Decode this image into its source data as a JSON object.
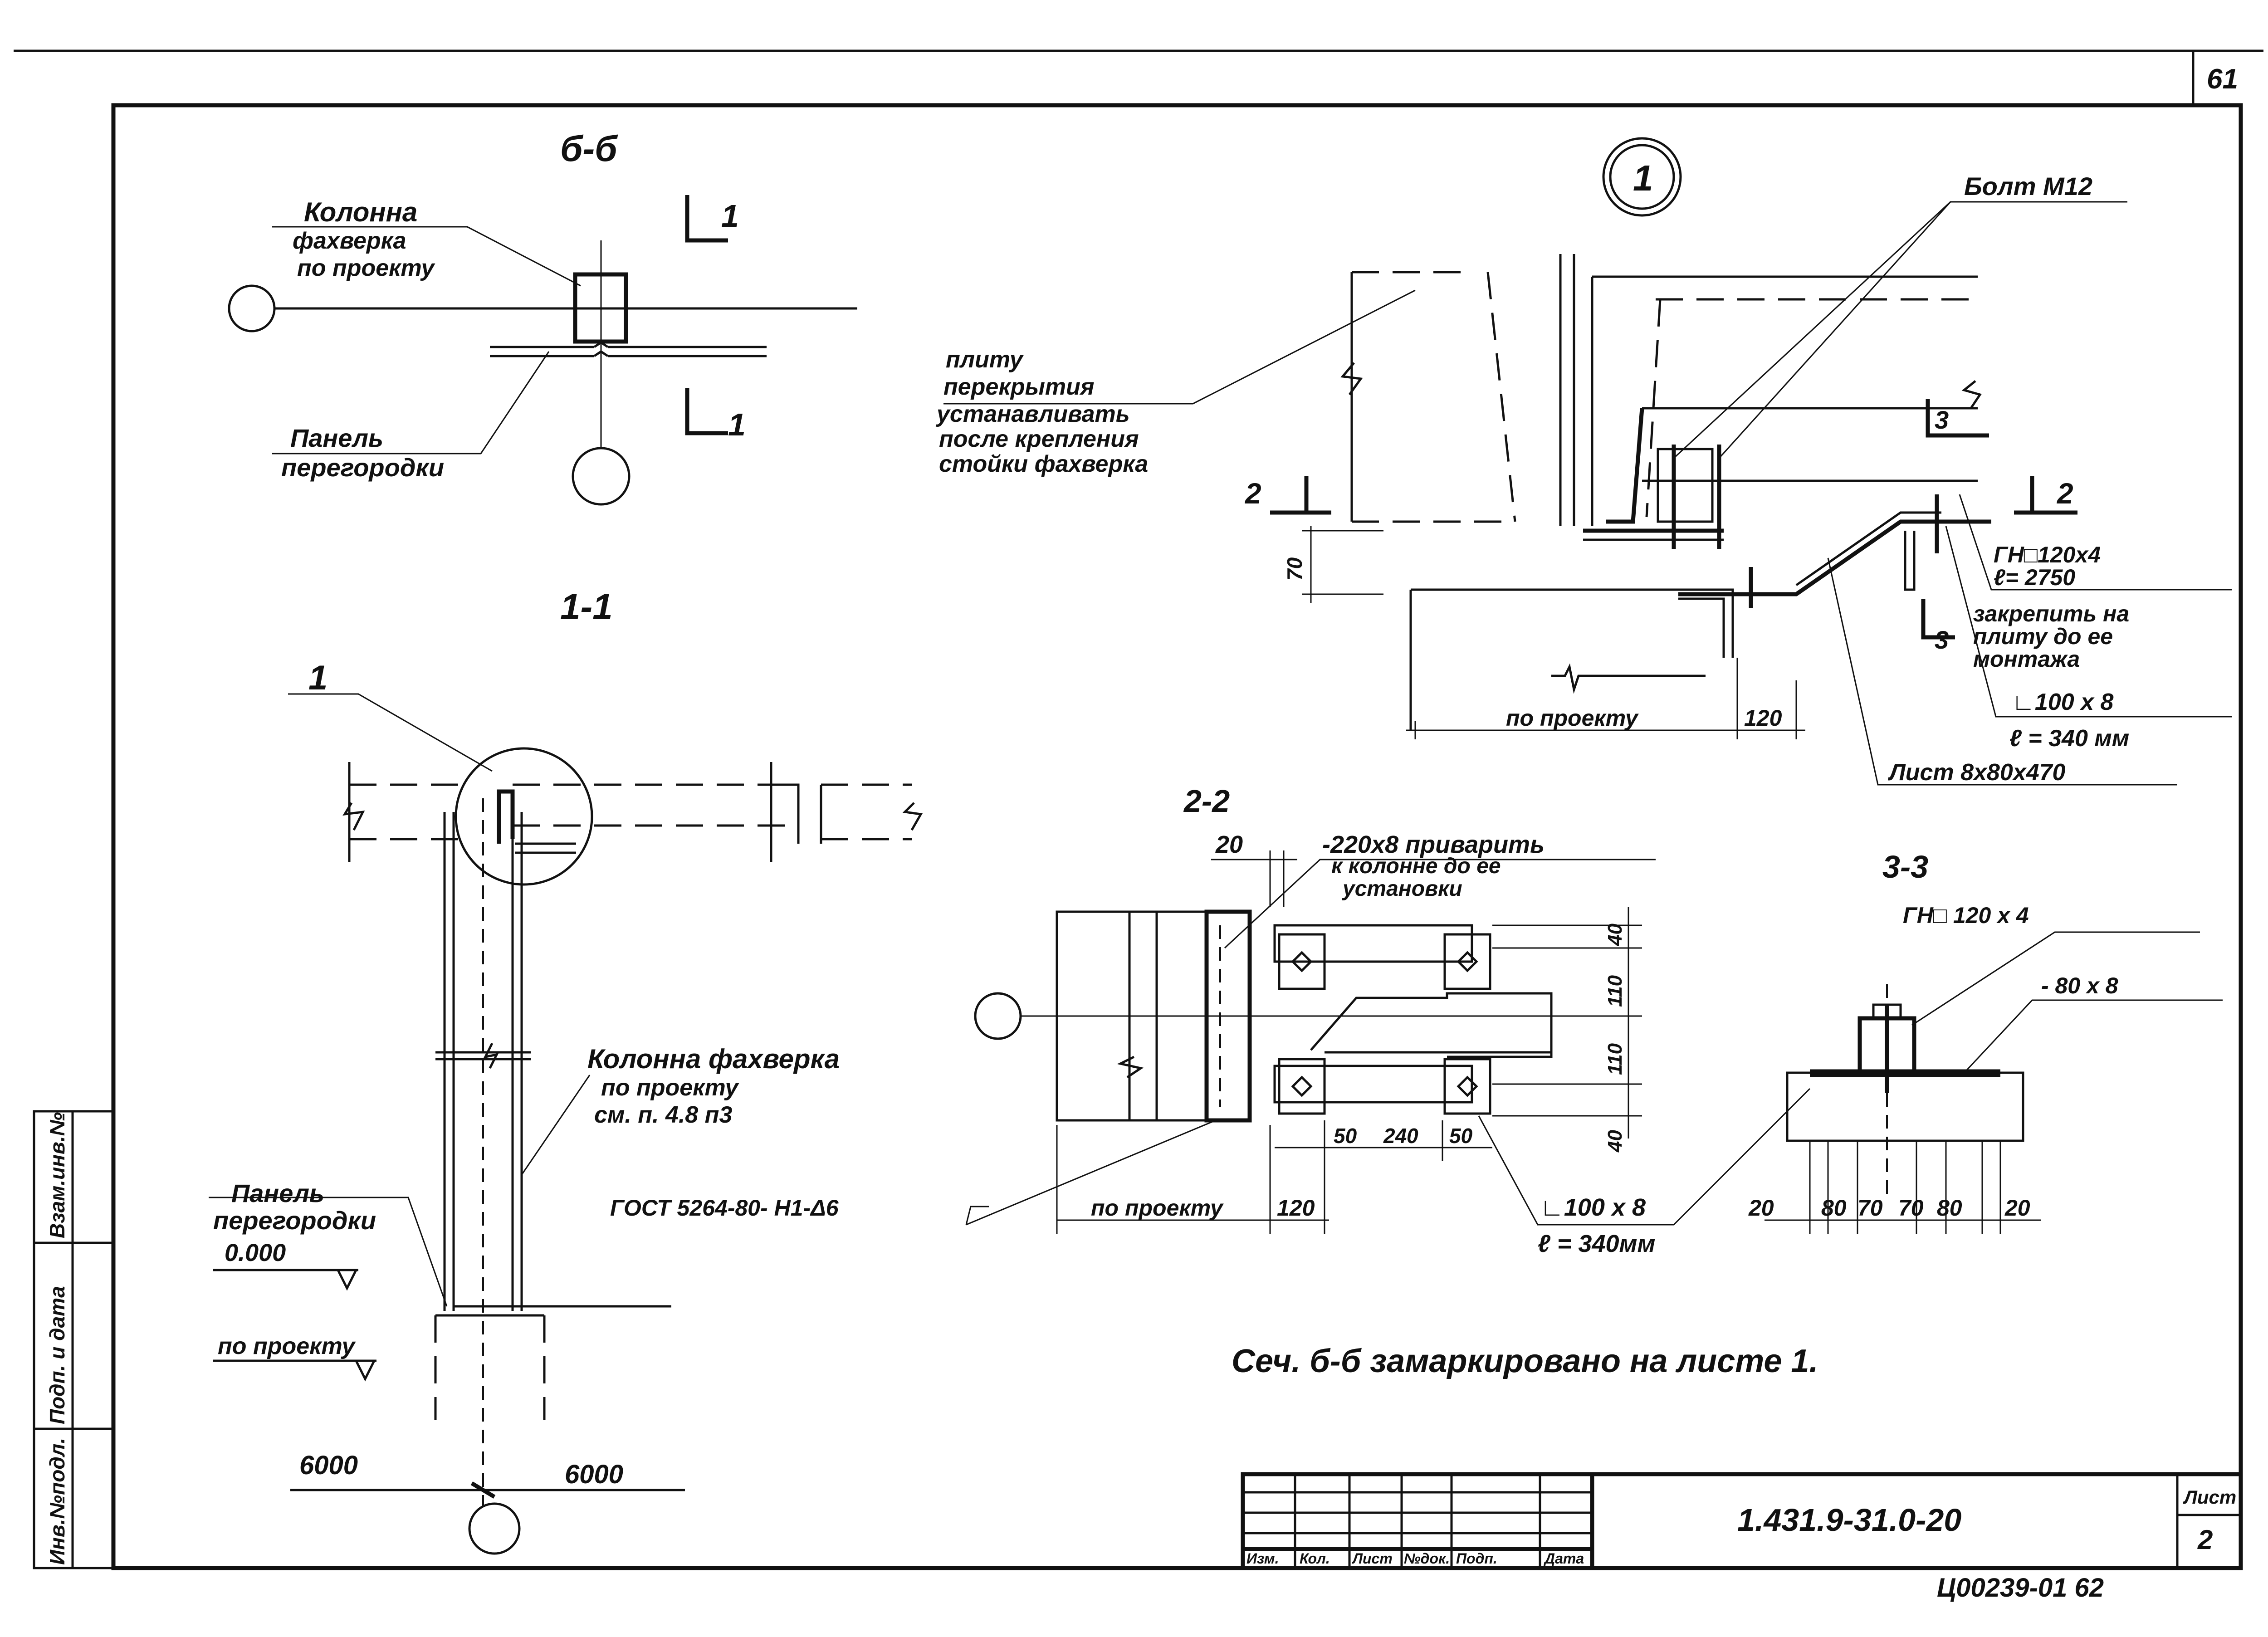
{
  "sheet": {
    "page_number": "61",
    "designation": "1.431.9-31.0-20",
    "sheet_label": "Лист",
    "sheet_no": "2",
    "stamp": "Ц00239-01 62",
    "note": "Сеч. б-б замаркировано на листе 1."
  },
  "side_stamp": [
    "Инв.№подл.",
    "Подп. и дата",
    "Взам.инв.№"
  ],
  "title_block": {
    "columns": [
      "Изм.",
      "Кол.",
      "Лист",
      "№док.",
      "Подп.",
      "Дата"
    ]
  },
  "section_bb": {
    "title": "б-б",
    "label_column": [
      "Колонна",
      "фахверка",
      "по проекту"
    ],
    "label_panel": [
      "Панель",
      "перегородки"
    ],
    "cut_1": "1"
  },
  "section_11": {
    "title": "1-1",
    "node_ref": "1",
    "label_column": [
      "Колонна фахверка",
      "по проекту",
      "см. п. 4.8 п3"
    ],
    "label_panel": [
      "Панель",
      "перегородки"
    ],
    "level_0": "0.000",
    "level_proj": "по проекту",
    "dim_left": "6000",
    "dim_right": "6000"
  },
  "node_1": {
    "marker": "1",
    "bolt": "Болт М12",
    "slab_note": [
      "плиту",
      "перекрытия",
      "устанавливать",
      "после крепления",
      "стойки фахверка"
    ],
    "cut_2": "2",
    "cut_3": "3",
    "dim_70": "70",
    "gn": "ГН□120х4",
    "l_length": "ℓ= 2750",
    "fix_note": [
      "закрепить на",
      "плиту до ее",
      "монтажа"
    ],
    "angle": "∟100 х 8",
    "angle_len": "ℓ = 340 мм",
    "sheet_plate": "Лист 8х80х470",
    "dim_proj": "по проекту",
    "dim_120": "120"
  },
  "section_22": {
    "title": "2-2",
    "dim_20": "20",
    "plate_note": [
      "-220х8 приварить",
      "к колонне до ее",
      "установки"
    ],
    "weld": "ГОСТ 5264-80- Н1-Δ6",
    "dims_v": [
      "40",
      "110",
      "110",
      "40"
    ],
    "dims_h": [
      "50",
      "240",
      "50"
    ],
    "dim_proj": "по проекту",
    "dim_120": "120",
    "angle": "∟100 х 8",
    "angle_len": "ℓ = 340мм"
  },
  "section_33": {
    "title": "3-3",
    "gn": "ГН□ 120 х 4",
    "plate": "- 80 х 8",
    "dims": [
      "20",
      "80",
      "70",
      "70",
      "80",
      "20"
    ]
  }
}
